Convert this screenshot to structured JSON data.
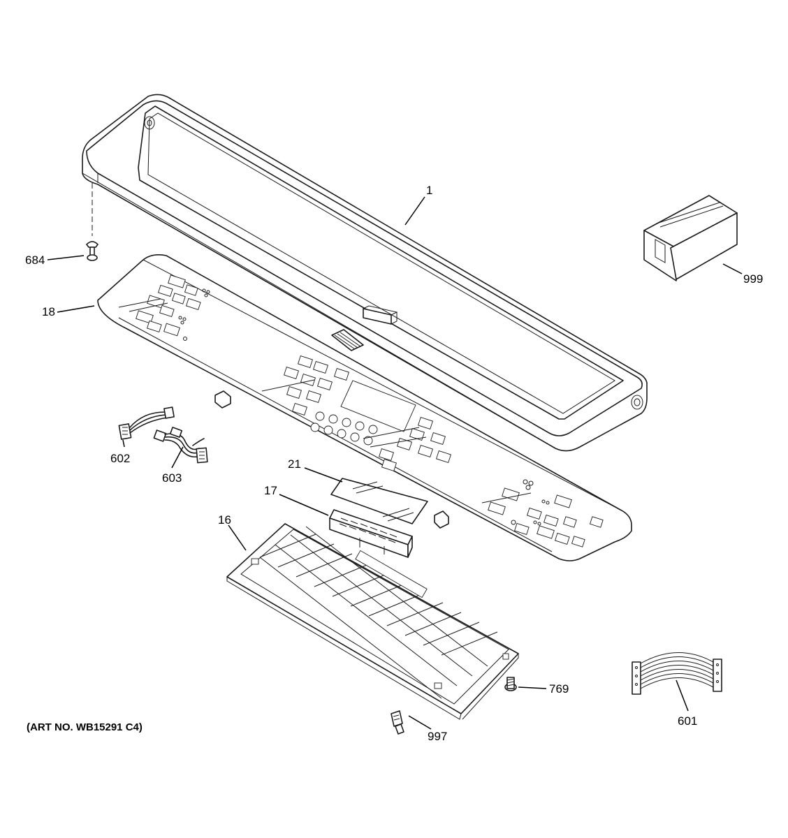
{
  "diagram": {
    "art_number": "(ART NO. WB15291 C4)",
    "callouts": [
      {
        "id": "1",
        "label": "1"
      },
      {
        "id": "684",
        "label": "684"
      },
      {
        "id": "999",
        "label": "999"
      },
      {
        "id": "18",
        "label": "18"
      },
      {
        "id": "602",
        "label": "602"
      },
      {
        "id": "603",
        "label": "603"
      },
      {
        "id": "21",
        "label": "21"
      },
      {
        "id": "17",
        "label": "17"
      },
      {
        "id": "16",
        "label": "16"
      },
      {
        "id": "769",
        "label": "769"
      },
      {
        "id": "601",
        "label": "601"
      },
      {
        "id": "997",
        "label": "997"
      }
    ]
  }
}
